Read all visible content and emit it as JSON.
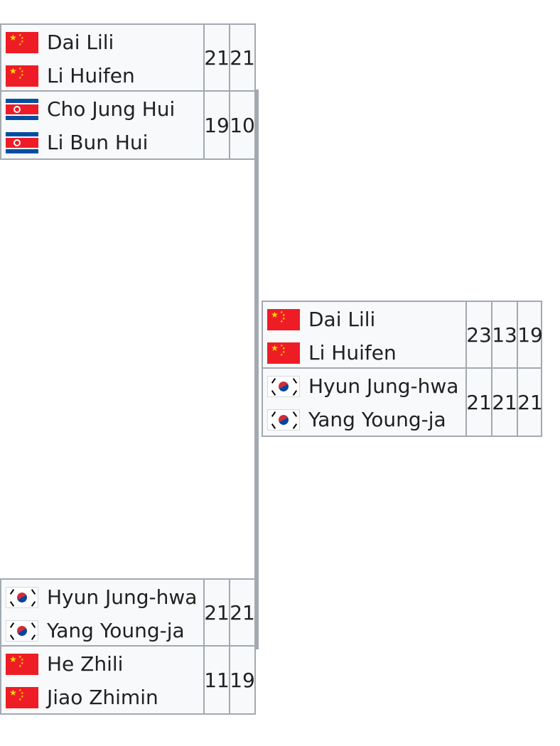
{
  "bracket": {
    "semifinal_1": {
      "team_a": {
        "players": [
          {
            "name": "Dai Lili",
            "flag": "cn-flag-icon"
          },
          {
            "name": "Li Huifen",
            "flag": "cn-flag-icon"
          }
        ],
        "scores": [
          "21",
          "21"
        ]
      },
      "team_b": {
        "players": [
          {
            "name": "Cho Jung Hui",
            "flag": "kp-flag-icon"
          },
          {
            "name": "Li Bun Hui",
            "flag": "kp-flag-icon"
          }
        ],
        "scores": [
          "19",
          "10"
        ]
      }
    },
    "semifinal_2": {
      "team_a": {
        "players": [
          {
            "name": "Hyun Jung-hwa",
            "flag": "kr-flag-icon"
          },
          {
            "name": "Yang Young-ja",
            "flag": "kr-flag-icon"
          }
        ],
        "scores": [
          "21",
          "21"
        ]
      },
      "team_b": {
        "players": [
          {
            "name": "He Zhili",
            "flag": "cn-flag-icon"
          },
          {
            "name": "Jiao Zhimin",
            "flag": "cn-flag-icon"
          }
        ],
        "scores": [
          "11",
          "19"
        ]
      }
    },
    "final": {
      "team_a": {
        "players": [
          {
            "name": "Dai Lili",
            "flag": "cn-flag-icon"
          },
          {
            "name": "Li Huifen",
            "flag": "cn-flag-icon"
          }
        ],
        "scores": [
          "23",
          "13",
          "19"
        ]
      },
      "team_b": {
        "players": [
          {
            "name": "Hyun Jung-hwa",
            "flag": "kr-flag-icon"
          },
          {
            "name": "Yang Young-ja",
            "flag": "kr-flag-icon"
          }
        ],
        "scores": [
          "21",
          "21",
          "21"
        ]
      }
    }
  }
}
